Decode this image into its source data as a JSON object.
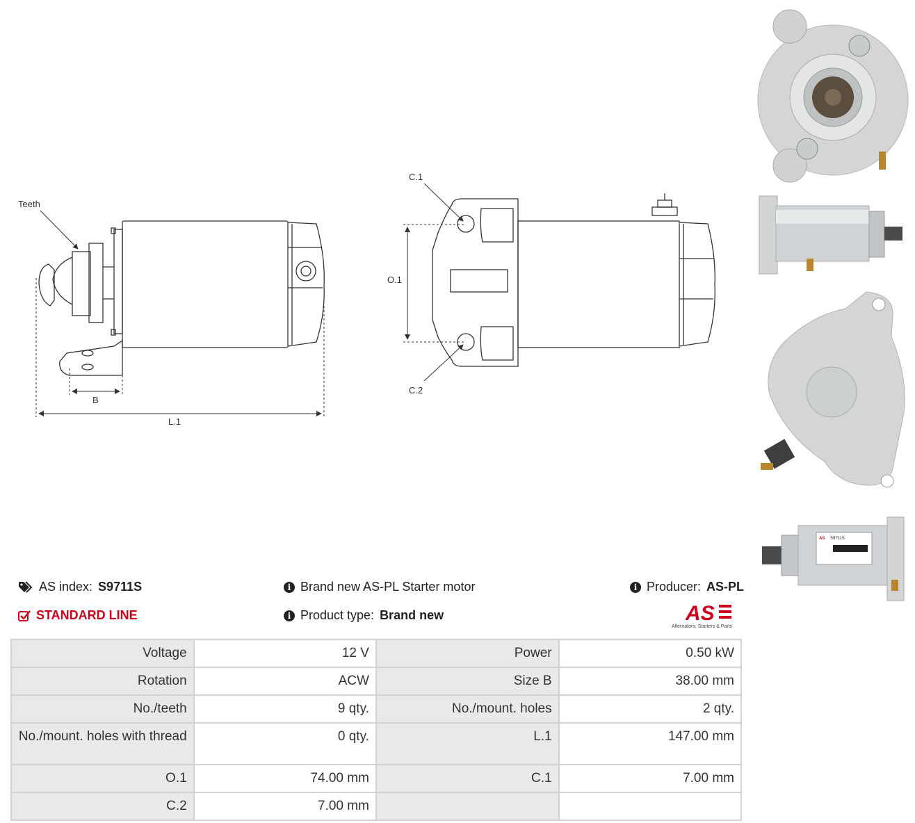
{
  "diagram": {
    "label_teeth": "Teeth",
    "label_b": "B",
    "label_l1": "L.1",
    "label_c1": "C.1",
    "label_c2": "C.2",
    "label_o1": "O.1"
  },
  "info": {
    "as_index_label": "AS index:",
    "as_index_value": "S9711S",
    "line_label": "STANDARD LINE",
    "description": "Brand new AS-PL Starter motor",
    "product_type_label": "Product type:",
    "product_type_value": "Brand new",
    "producer_label": "Producer:",
    "producer_value": "AS-PL"
  },
  "logo": {
    "mark": "AS",
    "tagline": "Alternators, Starters & Parts"
  },
  "label_photo": {
    "code": "S9711S"
  },
  "specs": {
    "rows": [
      {
        "k1": "Voltage",
        "v1": "12 V",
        "k2": "Power",
        "v2": "0.50 kW"
      },
      {
        "k1": "Rotation",
        "v1": "ACW",
        "k2": "Size B",
        "v2": "38.00 mm"
      },
      {
        "k1": "No./teeth",
        "v1": "9 qty.",
        "k2": "No./mount. holes",
        "v2": "2 qty."
      },
      {
        "k1": "No./mount. holes with thread",
        "v1": "0 qty.",
        "k2": "L.1",
        "v2": "147.00 mm"
      },
      {
        "k1": "O.1",
        "v1": "74.00 mm",
        "k2": "C.1",
        "v2": "7.00 mm"
      },
      {
        "k1": "C.2",
        "v1": "7.00 mm",
        "k2": "",
        "v2": ""
      }
    ]
  },
  "colors": {
    "accent_red": "#d0021b",
    "table_key_bg": "#e9e9e9",
    "table_border": "#d2d2d2",
    "photo_metal": "#cfd2d4"
  }
}
